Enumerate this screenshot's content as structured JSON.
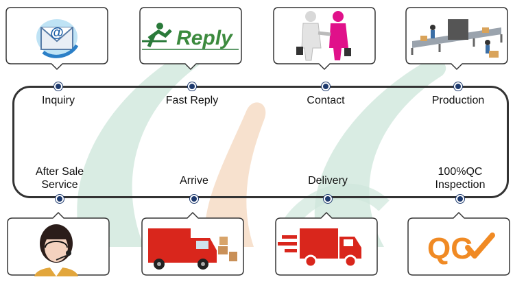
{
  "flow": {
    "top_steps": [
      {
        "label": "Inquiry",
        "icon": "email-icon"
      },
      {
        "label": "Fast Reply",
        "icon": "reply-logo-icon",
        "logo_text": "Reply"
      },
      {
        "label": "Contact",
        "icon": "handshake-icon"
      },
      {
        "label": "Production",
        "icon": "factory-line-icon"
      }
    ],
    "bottom_steps": [
      {
        "label_lines": [
          "After Sale",
          "Service"
        ],
        "icon": "support-agent-icon"
      },
      {
        "label_lines": [
          "Arrive"
        ],
        "icon": "delivery-truck-icon"
      },
      {
        "label_lines": [
          "Delivery"
        ],
        "icon": "fast-truck-icon"
      },
      {
        "label_lines": [
          "100%QC",
          "Inspection"
        ],
        "icon": "qc-logo-icon",
        "logo_text": "QC"
      }
    ]
  },
  "colors": {
    "track": "#333333",
    "dot": "#1e3a6e",
    "watermark_green": "#cfe7dc",
    "watermark_orange": "#f6dcc6",
    "reply_green": "#3c8a3e",
    "qc_orange": "#f08a24",
    "truck_red": "#d9261c"
  }
}
